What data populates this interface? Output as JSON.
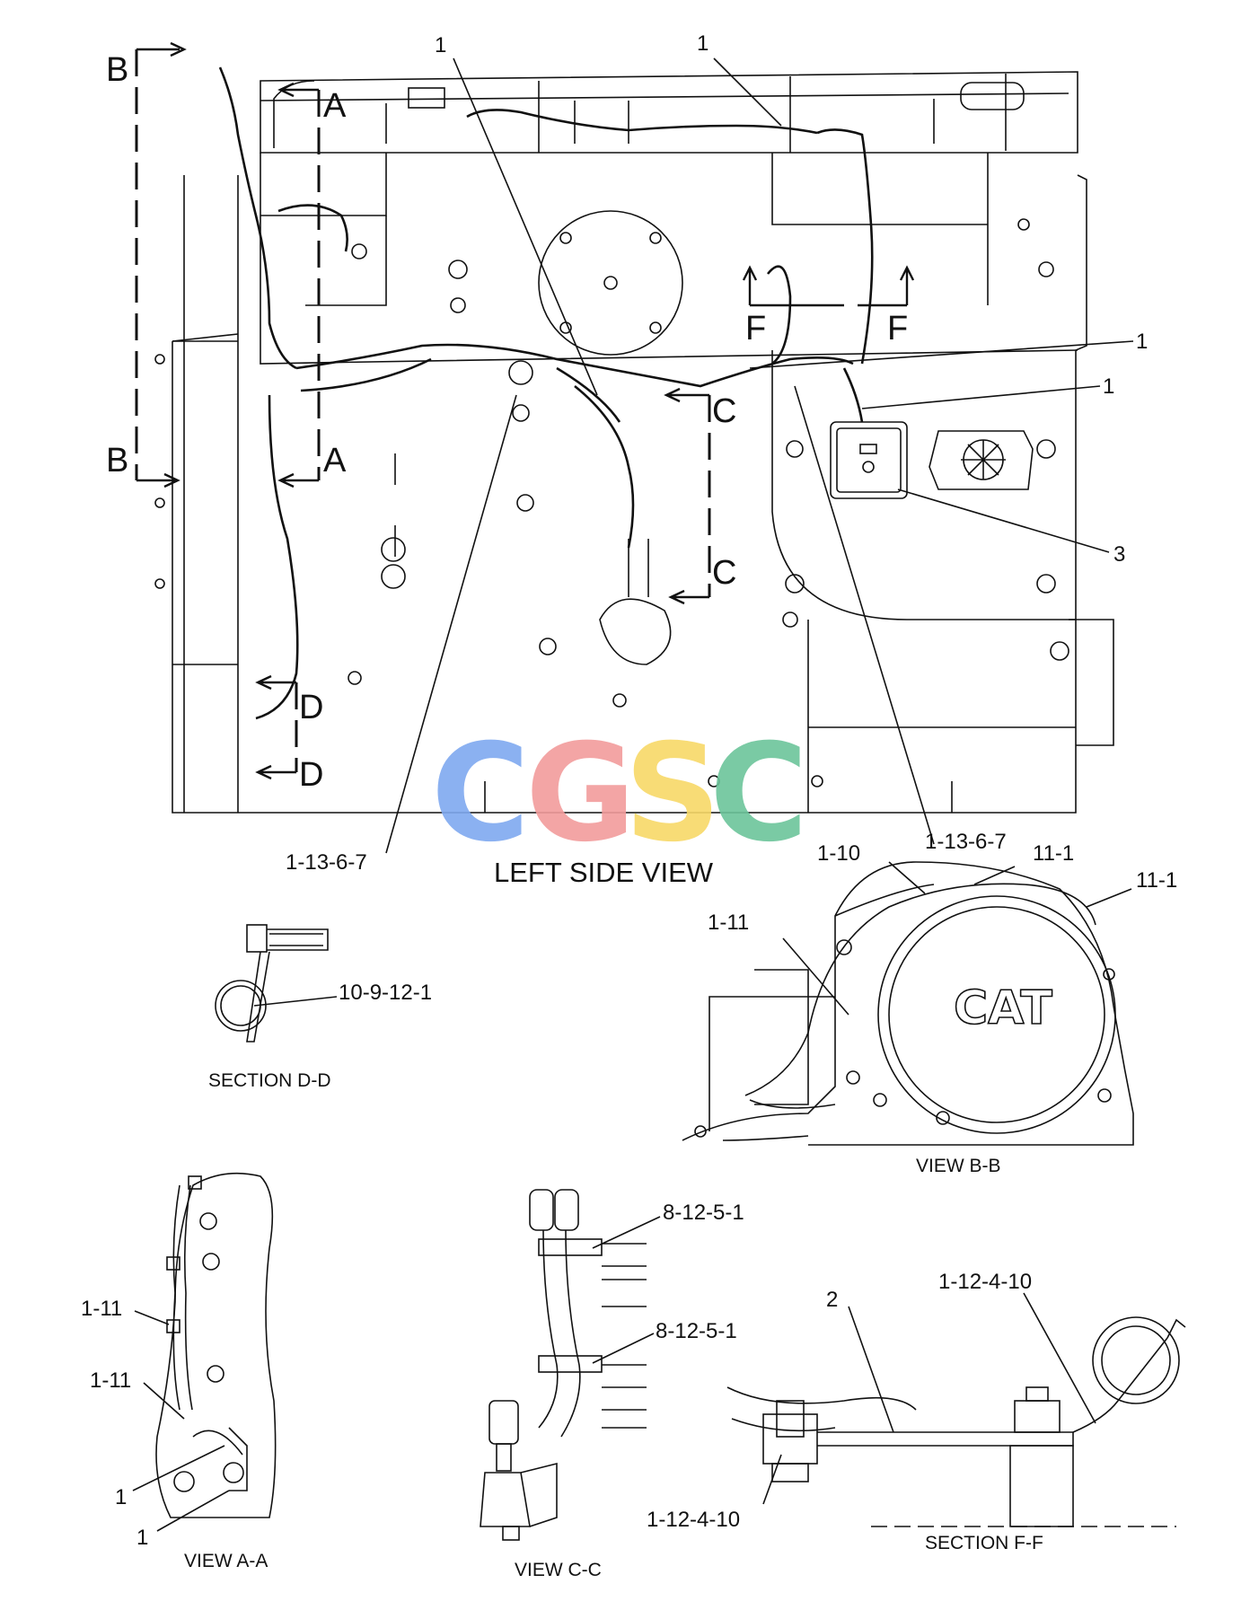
{
  "title": "LEFT SIDE VIEW",
  "watermark": {
    "text": "CGSC",
    "letters": [
      "C",
      "G",
      "S",
      "C"
    ],
    "colors": [
      "#7ea8f0",
      "#f29b9b",
      "#f7d867",
      "#6cc49a"
    ]
  },
  "views": {
    "section_dd": "SECTION D-D",
    "view_bb": "VIEW B-B",
    "view_aa": "VIEW A-A",
    "view_cc": "VIEW C-C",
    "section_ff": "SECTION F-F"
  },
  "section_markers": {
    "a": "A",
    "b": "B",
    "c": "C",
    "d": "D",
    "f": "F"
  },
  "callouts": {
    "c1": "1",
    "c2": "2",
    "c3": "3",
    "c1_10": "1-10",
    "c1_11": "1-11",
    "c11_1": "11-1",
    "c1_13_6_7": "1-13-6-7",
    "c10_9_12_1": "10-9-12-1",
    "c8_12_5_1": "8-12-5-1",
    "c1_12_4_10": "1-12-4-10"
  },
  "cat_logo": "CAT"
}
